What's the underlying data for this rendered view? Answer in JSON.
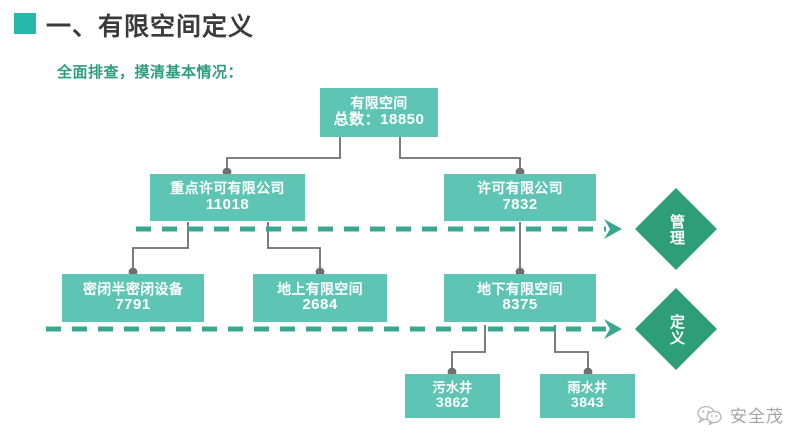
{
  "header": {
    "bullet_icon": "square-bullet-icon",
    "title": "一、有限空间定义",
    "accent_color": "#27b7ab",
    "title_color": "#3b3b3b"
  },
  "subtitle": {
    "text": "全面排查，摸清基本情况：",
    "color": "#2f9e7f"
  },
  "diagram": {
    "node_color": "#5ec5b5",
    "diamond_color": "#2e9e79",
    "connector_color": "#6f6f6f",
    "dashed_color": "#3aa88f",
    "nodes": {
      "total": {
        "label": "有限空间",
        "value": "总数：18850"
      },
      "key_licensed": {
        "label": "重点许可有限公司",
        "value": "11018"
      },
      "licensed": {
        "label": "许可有限公司",
        "value": "7832"
      },
      "sealed_equipment": {
        "label": "密闭半密闭设备",
        "value": "7791"
      },
      "above_ground": {
        "label": "地上有限空间",
        "value": "2684"
      },
      "under_ground": {
        "label": "地下有限空间",
        "value": "8375"
      },
      "sewage_well": {
        "label": "污水井",
        "value": "3862"
      },
      "rain_well": {
        "label": "雨水井",
        "value": "3843"
      }
    },
    "diamonds": {
      "management": "管理",
      "definition": "定义"
    }
  },
  "watermark": {
    "icon": "wechat-icon",
    "text": "安全茂"
  }
}
